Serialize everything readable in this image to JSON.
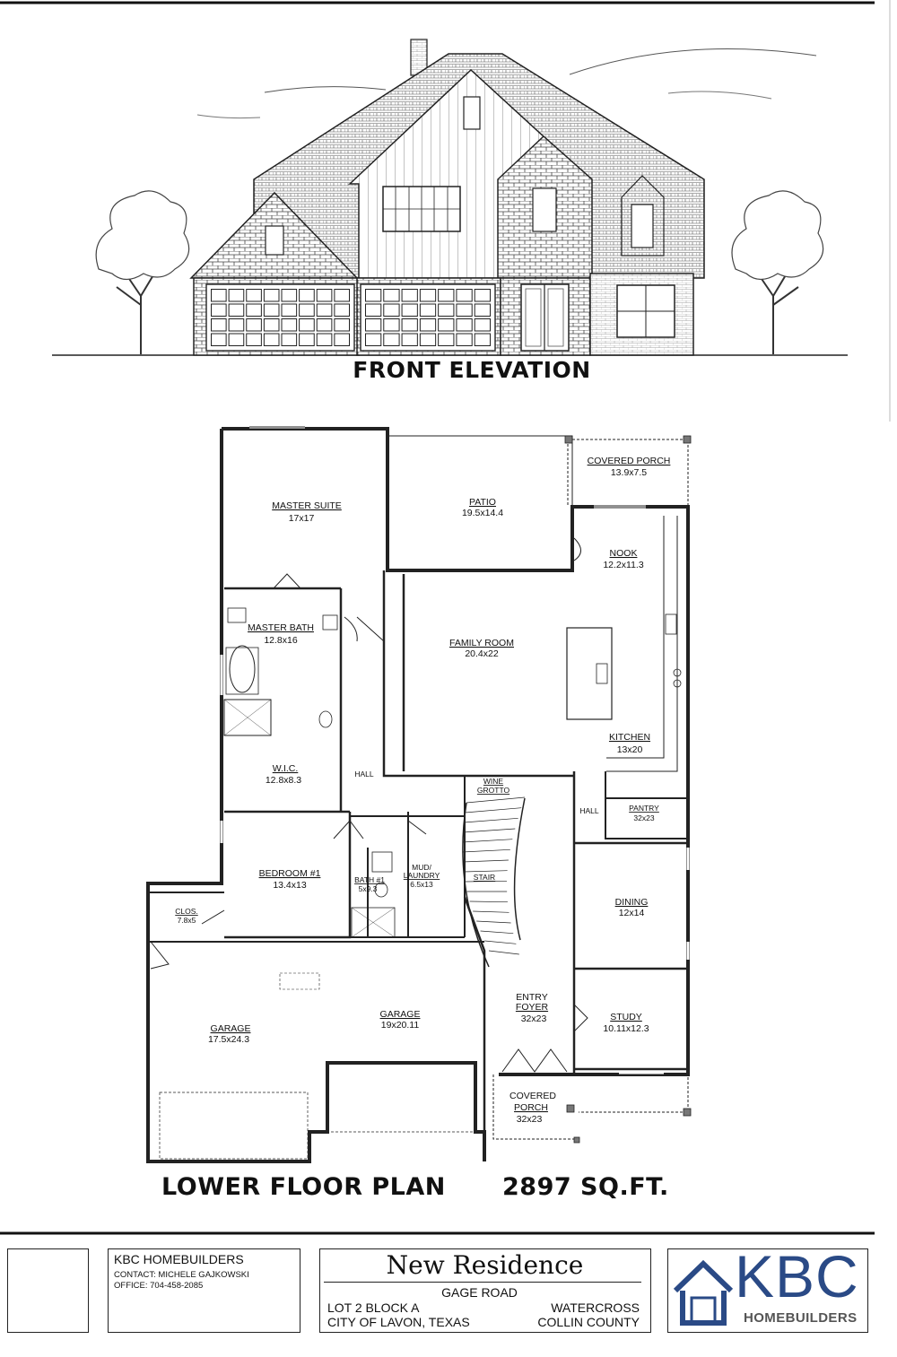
{
  "elevation": {
    "title": "FRONT ELEVATION"
  },
  "plan": {
    "title": "LOWER FLOOR PLAN",
    "area": "2897 SQ.FT.",
    "rooms": {
      "master_suite": {
        "name": "MASTER SUITE",
        "size": "17x17"
      },
      "patio": {
        "name": "PATIO",
        "size": "19.5x14.4"
      },
      "covered_porch_rear": {
        "name": "COVERED PORCH",
        "size": "13.9x7.5"
      },
      "nook": {
        "name": "NOOK",
        "size": "12.2x11.3"
      },
      "master_bath": {
        "name": "MASTER BATH",
        "size": "12.8x16"
      },
      "family_room": {
        "name": "FAMILY ROOM",
        "size": "20.4x22"
      },
      "kitchen": {
        "name": "KITCHEN",
        "size": "13x20"
      },
      "wic": {
        "name": "W.I.C.",
        "size": "12.8x8.3"
      },
      "hall_left": {
        "name": "HALL"
      },
      "wine_grotto": {
        "name": "WINE",
        "name2": "GROTTO"
      },
      "hall_right": {
        "name": "HALL"
      },
      "pantry": {
        "name": "PANTRY",
        "size": "32x23"
      },
      "bedroom1": {
        "name": "BEDROOM #1",
        "size": "13.4x13"
      },
      "bath1": {
        "name": "BATH #1",
        "size": "5x9.3"
      },
      "mud_laundry": {
        "name": "MUD/",
        "name2": "LAUNDRY",
        "size": "6.5x13"
      },
      "stair": {
        "name": "STAIR"
      },
      "dining": {
        "name": "DINING",
        "size": "12x14"
      },
      "closet": {
        "name": "CLOS.",
        "size": "7.8x5"
      },
      "garage_left": {
        "name": "GARAGE",
        "size": "17.5x24.3"
      },
      "garage_right": {
        "name": "GARAGE",
        "size": "19x20.11"
      },
      "entry_foyer": {
        "name": "ENTRY",
        "name2": "FOYER",
        "size": "32x23"
      },
      "study": {
        "name": "STUDY",
        "size": "10.11x12.3"
      },
      "covered_porch_front": {
        "name": "COVERED",
        "name2": "PORCH",
        "size": "32x23"
      }
    }
  },
  "title_block": {
    "builder": {
      "name": "KBC HOMEBUILDERS",
      "contact": "CONTACT:  MICHELE GAJKOWSKI",
      "office": "OFFICE:    704-458-2085"
    },
    "project": {
      "title": "New Residence",
      "road": "GAGE ROAD",
      "lot": "LOT 2  BLOCK A",
      "city": "CITY OF LAVON, TEXAS",
      "subdivision": "WATERCROSS",
      "county": "COLLIN COUNTY"
    },
    "logo": {
      "letters": "KBC",
      "sub": "HOMEBUILDERS"
    }
  },
  "colors": {
    "line": "#222222",
    "logo_blue": "#2a4a86",
    "logo_gray": "#555555"
  }
}
